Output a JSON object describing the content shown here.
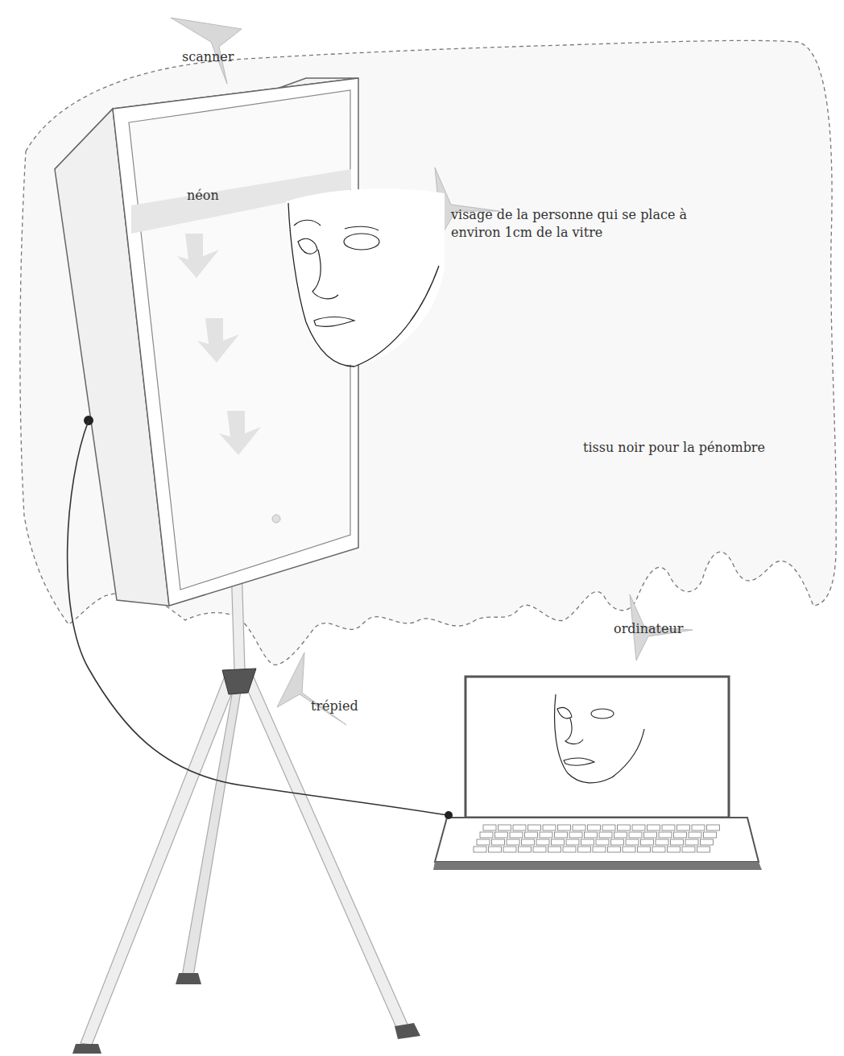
{
  "diagram": {
    "labels": [
      "scanner",
      "néon",
      "visage de la personne qui se place à environ 1cm de la vitre",
      "tissu noir pour la pénombre",
      "ordinateur",
      "trépied"
    ]
  }
}
